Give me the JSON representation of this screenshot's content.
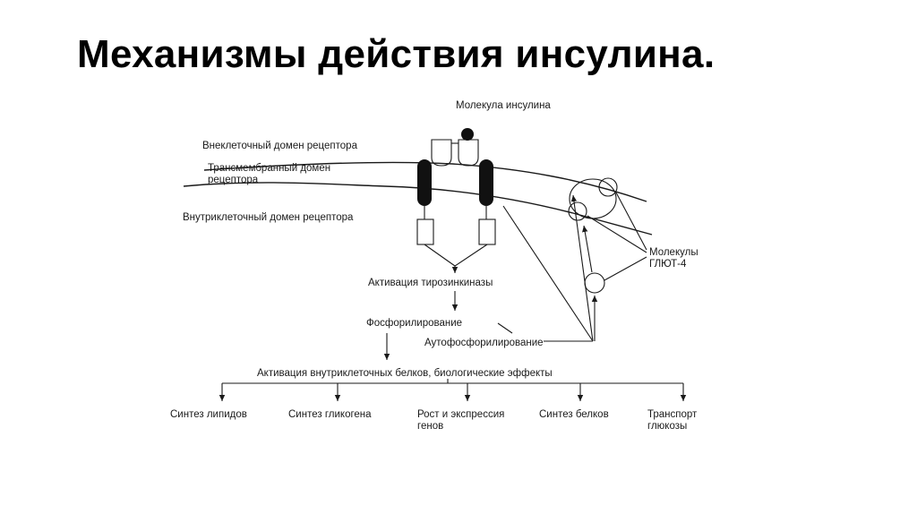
{
  "title": "Механизмы действия инсулина.",
  "labels": {
    "insulin_molecule": "Молекула инсулина",
    "extracellular_domain": "Внеклеточный домен рецептора",
    "transmembrane_domain_l1": "Трансмембранный домен",
    "transmembrane_domain_l2": "рецептора",
    "intracellular_domain": "Внутриклеточный домен рецептора",
    "glut4_l1": "Молекулы",
    "glut4_l2": "ГЛЮТ-4",
    "tyrosine_kinase": "Активация тирозинкиназы",
    "phosphorylation": "Фосфорилирование",
    "autophosphorylation": "Аутофосфорилирование",
    "activation_proteins": "Активация внутриклеточных белков, биологические эффекты"
  },
  "effects": [
    {
      "l1": "Синтез липидов",
      "l2": ""
    },
    {
      "l1": "Синтез гликогена",
      "l2": ""
    },
    {
      "l1": "Рост и экспрессия",
      "l2": "генов"
    },
    {
      "l1": "Синтез белков",
      "l2": ""
    },
    {
      "l1": "Транспорт",
      "l2": "глюкозы"
    }
  ]
}
